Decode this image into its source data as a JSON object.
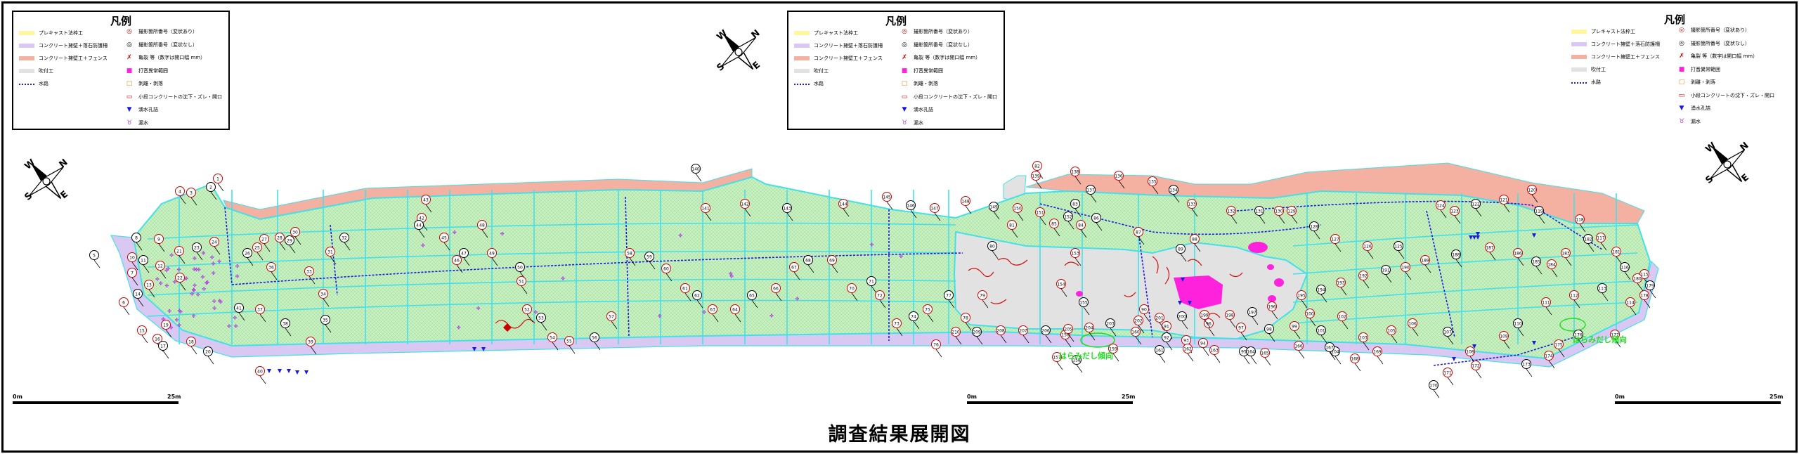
{
  "title": "調査結果展開図",
  "legend": {
    "heading": "凡例",
    "items_left": [
      {
        "label": "プレキャスト法枠工",
        "color": "#fff7a0"
      },
      {
        "label": "コンクリート擁壁＋落石防護柵",
        "color": "#d9c8f2"
      },
      {
        "label": "コンクリート擁壁工＋フェンス",
        "color": "#f4b0a0"
      },
      {
        "label": "吹付工",
        "color": "#e2e2e2"
      },
      {
        "label": "水路",
        "color": "#1a1ae0"
      }
    ],
    "items_right": [
      {
        "label": "撮影箇所番号（変状あり）",
        "icon": "circle-red"
      },
      {
        "label": "撮影箇所番号（変状なし）",
        "icon": "circle-black"
      },
      {
        "label": "亀裂 等（数字は開口幅 mm）",
        "icon": "crack-red"
      },
      {
        "label": "打音異常範囲",
        "icon": "square-magenta"
      },
      {
        "label": "剥離・剥落",
        "icon": "square-orange"
      },
      {
        "label": "小段コンクリートの沈下・ズレ・開口",
        "icon": "line-red"
      },
      {
        "label": "湧水孔詰",
        "icon": "drain-blue"
      },
      {
        "label": "漏水",
        "icon": "leak-purple"
      }
    ]
  },
  "scale": {
    "start": "0m",
    "end": "25m"
  },
  "compass_letters": [
    "N",
    "E",
    "S",
    "W"
  ],
  "notes": [
    "はらみだし傾向",
    "はらみだし傾向"
  ],
  "colors": {
    "frame": "#c8f0c0",
    "frame_line": "#44e0e8",
    "wall": "#d9c8f2",
    "fence": "#f4b0a0",
    "spray": "#e2e2e2",
    "channel": "#1a1ae0",
    "crack": "#d01010",
    "abnormal": "#ff22dd",
    "leak": "#b040e0"
  },
  "markers": [
    "1",
    "2",
    "3",
    "4",
    "5",
    "6",
    "7",
    "8",
    "9",
    "10",
    "11",
    "12",
    "13",
    "14",
    "15",
    "16",
    "17",
    "18",
    "19",
    "20",
    "21",
    "22",
    "23",
    "24",
    "25",
    "26",
    "27",
    "28",
    "29",
    "30",
    "31",
    "32",
    "33",
    "34",
    "35",
    "36",
    "37",
    "38",
    "39",
    "40",
    "41",
    "42",
    "43",
    "44",
    "45",
    "46",
    "47",
    "48",
    "49",
    "50",
    "51",
    "52",
    "53",
    "54",
    "55",
    "56",
    "57",
    "58",
    "59",
    "60",
    "61",
    "62",
    "63",
    "64",
    "65",
    "66",
    "67",
    "68",
    "69",
    "70",
    "71",
    "72",
    "73",
    "74",
    "75",
    "76",
    "77",
    "78",
    "79",
    "80",
    "81",
    "82",
    "83",
    "84",
    "85",
    "86",
    "87",
    "88",
    "89",
    "90",
    "91",
    "92",
    "93",
    "94",
    "95",
    "96",
    "97",
    "98",
    "99",
    "100",
    "101",
    "102",
    "103",
    "104",
    "105",
    "106",
    "107",
    "108",
    "109",
    "110",
    "111",
    "112",
    "113",
    "114",
    "115",
    "116",
    "117",
    "118",
    "119",
    "120",
    "121",
    "122",
    "123",
    "124",
    "125",
    "126",
    "127",
    "128",
    "129",
    "130",
    "131",
    "132",
    "133",
    "134",
    "135",
    "136",
    "137",
    "138",
    "139",
    "140",
    "141",
    "142",
    "143",
    "144",
    "145",
    "146",
    "147",
    "148",
    "149",
    "150",
    "151",
    "152",
    "153",
    "154",
    "155",
    "156",
    "157",
    "158",
    "159",
    "160",
    "161",
    "162",
    "163",
    "164",
    "165",
    "166",
    "167",
    "168",
    "169",
    "170",
    "171",
    "172",
    "173",
    "174",
    "175",
    "176",
    "177",
    "178",
    "179",
    "180",
    "181",
    "182",
    "183",
    "184",
    "185",
    "186",
    "187",
    "188",
    "189",
    "190",
    "191",
    "192",
    "193",
    "194",
    "195",
    "196",
    "197",
    "198",
    "199",
    "200",
    "201",
    "202",
    "203",
    "204",
    "205",
    "206",
    "207",
    "208",
    "209",
    "210"
  ]
}
